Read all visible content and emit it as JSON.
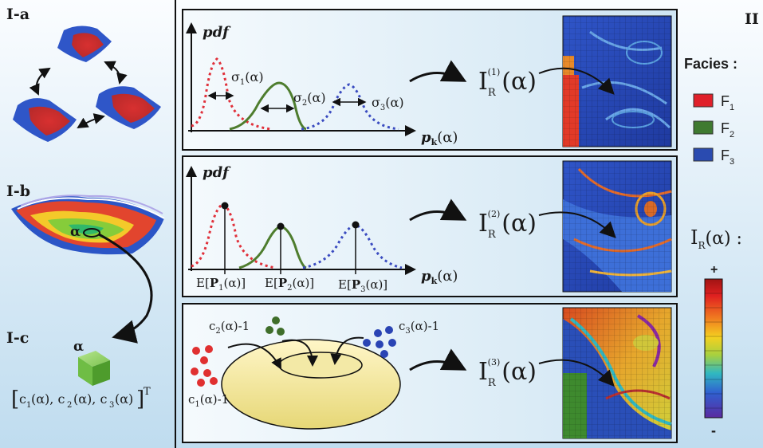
{
  "panels": {
    "ia_label": "I-a",
    "ib_label": "I-b",
    "ic_label": "I-c",
    "ii_label": "II"
  },
  "ib": {
    "alpha": "α"
  },
  "ic": {
    "alpha": "α",
    "vector_main": "[c",
    "vector_text": "1(α), c2(α), c3(α)]",
    "transpose": "T"
  },
  "row1": {
    "pdf": "pdf",
    "sigma1": "σ1(α)",
    "sigma2": "σ2(α)",
    "sigma3": "σ3(α)",
    "xaxis": "pk(α)",
    "output": "I",
    "output_sub": "R",
    "output_sup": "(1)",
    "output_arg": "(α)"
  },
  "row2": {
    "pdf": "pdf",
    "e1": "E[P1(α)]",
    "e2": "E[P2(α)]",
    "e3": "E[P3(α)]",
    "xaxis": "pk(α)",
    "output": "I",
    "output_sub": "R",
    "output_sup": "(2)",
    "output_arg": "(α)"
  },
  "row3": {
    "c1": "c1(α)-1",
    "c2": "c2(α)-1",
    "c3": "c3(α)-1",
    "output": "I",
    "output_sub": "R",
    "output_sup": "(3)",
    "output_arg": "(α)"
  },
  "legend": {
    "title": "Facies :",
    "items": [
      {
        "label": "F1",
        "color": "#e0202a"
      },
      {
        "label": "F2",
        "color": "#3f7a30"
      },
      {
        "label": "F3",
        "color": "#2a4bb0"
      }
    ],
    "colorbar_title": "IR(α) :",
    "plus": "+",
    "minus": "-"
  },
  "colors": {
    "red": "#e0303a",
    "green": "#4e7d2e",
    "blue": "#3a4bc0",
    "panel_bg_top": "#f7fbfe",
    "panel_bg_bottom": "#c9e2f2"
  }
}
